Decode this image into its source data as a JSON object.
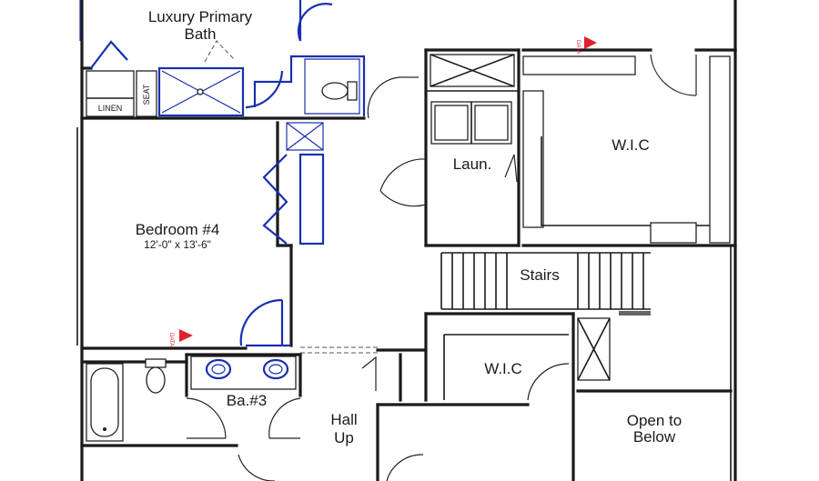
{
  "rooms": {
    "primary_bath": [
      "Luxury Primary",
      "Bath"
    ],
    "linen": "LINEN",
    "seat": "SEAT",
    "laundry": "Laun.",
    "wic_upper": "W.I.C",
    "bedroom": "Bedroom #4",
    "bedroom_size": "12'-0\" x 13'-6\"",
    "stairs": "Stairs",
    "wic_lower": "W.I.C",
    "bath3": "Ba.#3",
    "hall": "Hall",
    "up": "Up",
    "open_below": [
      "Open to",
      "Below"
    ]
  },
  "markers": {
    "data_label": "DATA"
  },
  "colors": {
    "wall": "#1a1a1a",
    "edit_blue": "#1a2fb0",
    "data_marker": "#e0202a"
  }
}
